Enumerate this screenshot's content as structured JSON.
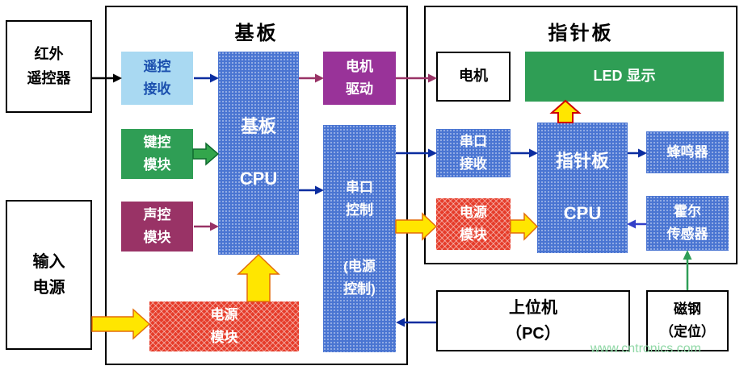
{
  "panels": {
    "base_board": {
      "title": "基板"
    },
    "pointer_board": {
      "title": "指针板"
    }
  },
  "nodes": {
    "ir_remote": {
      "line1": "红外",
      "line2": "遥控器"
    },
    "input_power": {
      "line1": "输入",
      "line2": "电源"
    },
    "remote_receive": {
      "line1": "遥控",
      "line2": "接收"
    },
    "key_module": {
      "line1": "键控",
      "line2": "模块"
    },
    "voice_module": {
      "line1": "声控",
      "line2": "模块"
    },
    "base_cpu": {
      "line1": "基板",
      "line2": "CPU"
    },
    "motor_drive": {
      "line1": "电机",
      "line2": "驱动"
    },
    "serial_control": {
      "line1": "串口",
      "line2": "控制",
      "line3": "(电源",
      "line4": "控制)"
    },
    "power_module_base": {
      "line1": "电源",
      "line2": "模块"
    },
    "motor": {
      "line1": "电机"
    },
    "led_display": {
      "line1": "LED 显示"
    },
    "serial_receive": {
      "line1": "串口",
      "line2": "接收"
    },
    "power_module_pointer": {
      "line1": "电源",
      "line2": "模块"
    },
    "pointer_cpu": {
      "line1": "指针板",
      "line2": "CPU"
    },
    "buzzer": {
      "line1": "蜂鸣器"
    },
    "hall_sensor": {
      "line1": "霍尔",
      "line2": "传感器"
    },
    "host_pc": {
      "line1": "上位机",
      "line2": "（PC）"
    },
    "magnet": {
      "line1": "磁钢",
      "line2": "（定位）"
    }
  },
  "watermark": "www.cntronics.com",
  "colors": {
    "blue_texture": "#4a75d2",
    "red_texture": "#e63c2a",
    "light_blue": "#a9d9f2",
    "green": "#2f9e55",
    "plum": "#993366",
    "purple": "#993399",
    "navy_arrow": "#0b2da0",
    "maroon_arrow": "#993366",
    "yellow_arrow": "#ffe600",
    "yellow_arrow_outline": "#e36c09",
    "green_arrow": "#2f9e57",
    "hall_arrow_blue": "#3340c8",
    "led_arrow_outline": "#d00000",
    "watermark_green": "#90d8a6"
  }
}
